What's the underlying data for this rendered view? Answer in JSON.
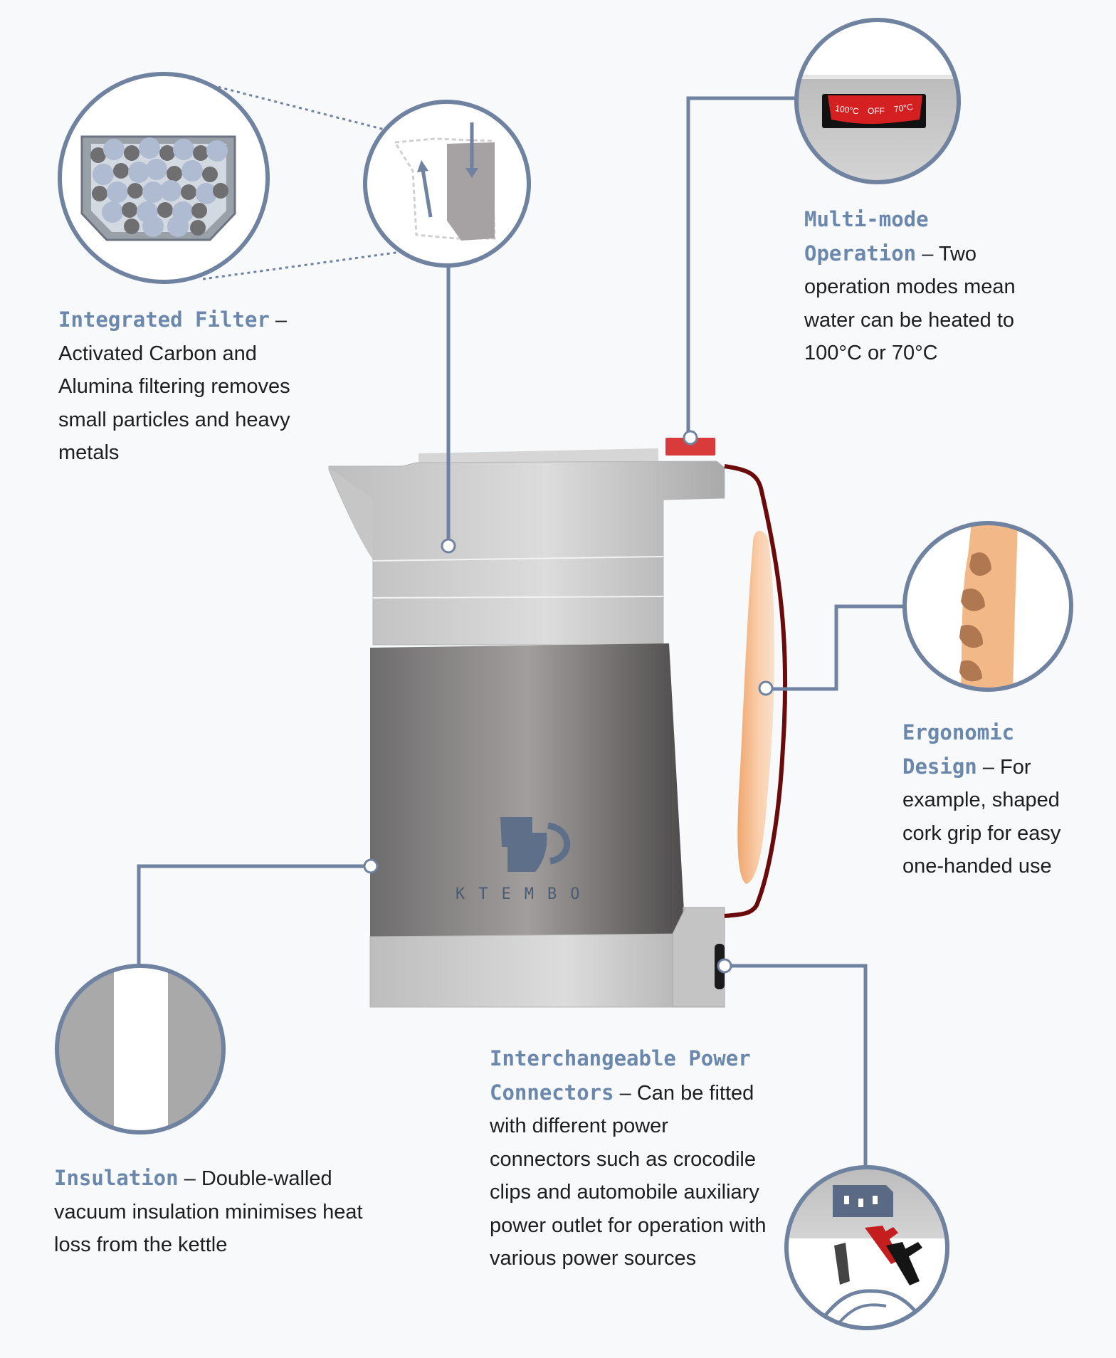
{
  "brand": {
    "name": "KTEMBO"
  },
  "switch": {
    "left": "100°C",
    "middle": "OFF",
    "right": "70°C"
  },
  "callouts": {
    "filter": {
      "title": "Integrated Filter",
      "dash": " –",
      "body": "Activated Carbon and Alumina filtering removes small particles and heavy metals"
    },
    "multimode": {
      "title": "Multi-mode Operation",
      "dash": " – ",
      "body": "Two operation modes mean water can be heated to 100°C or 70°C"
    },
    "ergonomic": {
      "title": "Ergonomic Design",
      "dash": " – ",
      "body": "For example, shaped cork grip for easy one-handed use"
    },
    "insulation": {
      "title": "Insulation",
      "dash": " – ",
      "body": "Double-walled vacuum insulation minimises heat loss from the kettle"
    },
    "connectors": {
      "title": "Interchangeable Power Connectors",
      "dash": " –",
      "body": "Can be fitted with different power connectors such as crocodile clips and automobile auxiliary power outlet for operation with various power sources"
    }
  },
  "colors": {
    "accent": "#6b87ab",
    "leader": "#6f82a0",
    "body_metal": "#c9c9c9",
    "insulation_sleeve": "#6a6868",
    "handle": "#6b0a0a",
    "cork": "#f2b888",
    "switch_red": "#d42020"
  }
}
